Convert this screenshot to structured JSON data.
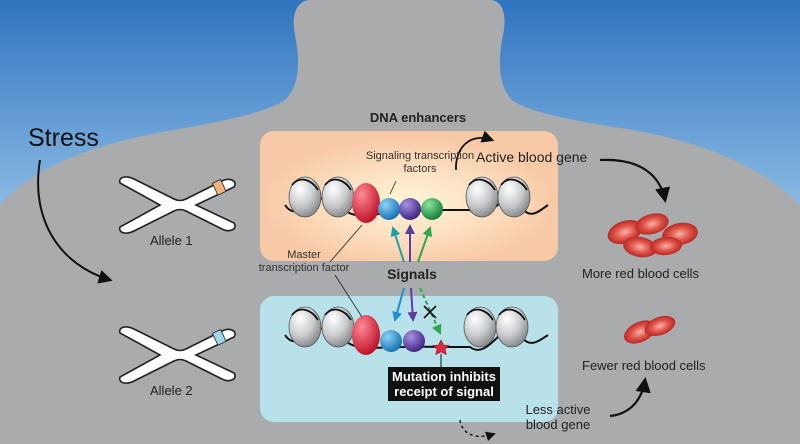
{
  "labels": {
    "stress": "Stress",
    "dna_enhancers": "DNA enhancers",
    "signaling_tf": "Signaling transcription factors",
    "active_gene": "Active blood gene",
    "allele1": "Allele 1",
    "allele2": "Allele 2",
    "master_tf": "Master transcription factor",
    "signals": "Signals",
    "more_rbc": "More red blood cells",
    "fewer_rbc": "Fewer red blood cells",
    "mutation": "Mutation inhibits receipt of signal",
    "less_active": "Less active blood gene"
  },
  "colors": {
    "sky": "#3d7fc4",
    "silhouette": "#a9abad",
    "active_box": "#f7c9a6",
    "inactive_box": "#b9e1ea",
    "master_tf": "#e2263e",
    "tf_blue": "#1e8fcf",
    "tf_purple": "#5b3fa0",
    "tf_green": "#2aa84a",
    "mutation_star": "#e2263e",
    "rbc": "#d9363a"
  }
}
